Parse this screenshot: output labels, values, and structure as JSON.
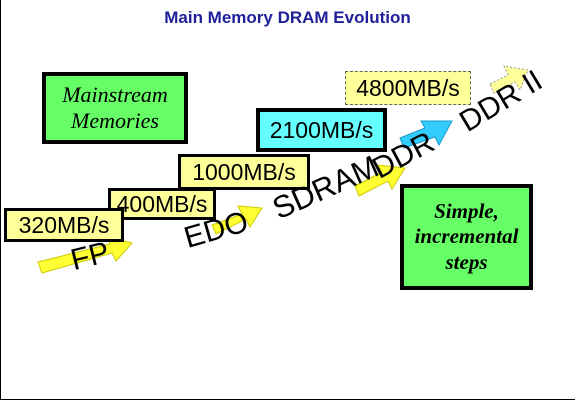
{
  "title": "Main Memory DRAM Evolution",
  "callouts": {
    "mainstream": "Mainstream\nMemories",
    "simple": "Simple,\nincremental\nsteps"
  },
  "bandwidths": [
    "320MB/s",
    "400MB/s",
    "1000MB/s",
    "2100MB/s",
    "4800MB/s"
  ],
  "technologies": [
    "FP",
    "EDO",
    "SDRAM",
    "DDR",
    "DDR II"
  ],
  "colors": {
    "title": "#1f1f99",
    "yellow_box": "#ffff99",
    "cyan_box": "#66ffff",
    "green_box": "#66ff66",
    "arrow_yellow": "#ffff33",
    "arrow_cyan": "#33ccff",
    "arrow_pale": "#ffff99"
  },
  "icons": {
    "step_arrow": "arrow-right-icon"
  }
}
